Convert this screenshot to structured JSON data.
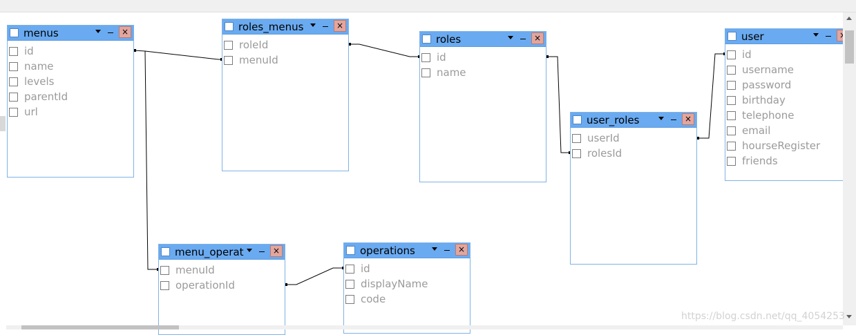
{
  "tables": {
    "menus": {
      "title": "menus",
      "columns": [
        "id",
        "name",
        "levels",
        "parentId",
        "url"
      ]
    },
    "roles_menus": {
      "title": "roles_menus",
      "columns": [
        "roleId",
        "menuId"
      ]
    },
    "roles": {
      "title": "roles",
      "columns": [
        "id",
        "name"
      ]
    },
    "user_roles": {
      "title": "user_roles",
      "columns": [
        "userId",
        "rolesId"
      ]
    },
    "user": {
      "title": "user",
      "columns": [
        "id",
        "username",
        "password",
        "birthday",
        "telephone",
        "email",
        "hourseRegister",
        "friends"
      ]
    },
    "menu_operat": {
      "title": "menu_operat",
      "columns": [
        "menuId",
        "operationId"
      ]
    },
    "operations": {
      "title": "operations",
      "columns": [
        "id",
        "displayName",
        "code"
      ]
    }
  },
  "close_glyph": "×",
  "watermark": "https://blog.csdn.net/qq_4054253",
  "colors": {
    "header": "#6aaaf0",
    "border": "#7fb2e5",
    "close": "#e3a69e",
    "field_text": "#9a9a9a"
  },
  "icons": [
    "dropdown-icon",
    "minimize-icon",
    "close-icon",
    "scroll-up-icon",
    "scroll-down-icon"
  ]
}
